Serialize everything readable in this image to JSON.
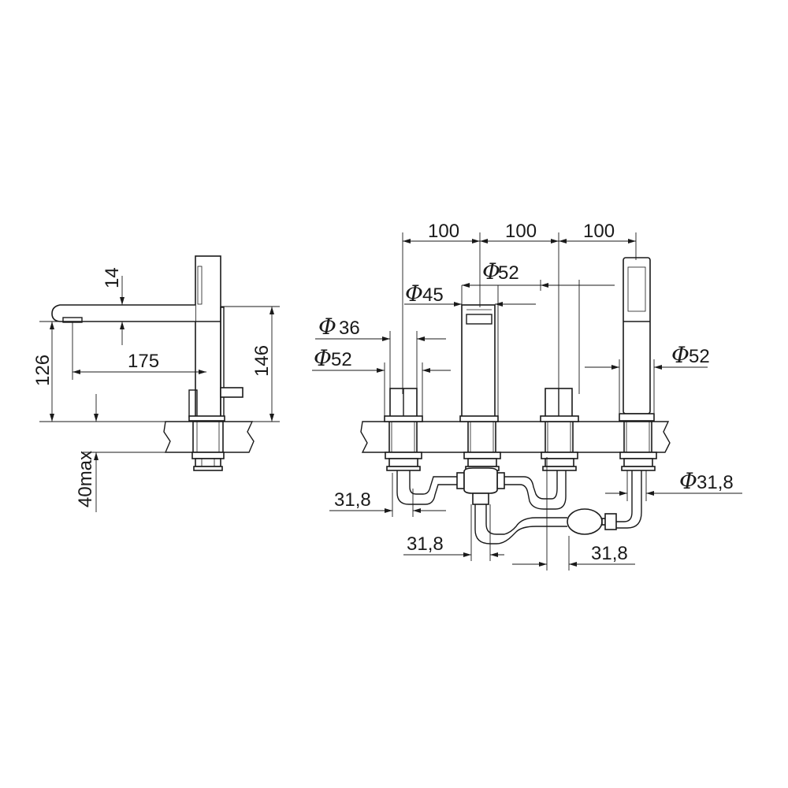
{
  "side_view": {
    "spout_projection": "175",
    "spout_height": "126",
    "spout_thickness": "14",
    "total_height": "146",
    "deck_thickness": "40max"
  },
  "front_view": {
    "spacing": [
      "100",
      "100",
      "100"
    ],
    "spout_base_diameter": "52",
    "spout_outlet_diameter": "45",
    "handle_diameter": "36",
    "handle_base_diameter": "52",
    "handshower_base_diameter": "52",
    "handshower_hose_diameter": "31,8",
    "hose_dims": [
      "31,8",
      "31,8",
      "31,8"
    ]
  },
  "symbols": {
    "diameter": "Φ"
  }
}
